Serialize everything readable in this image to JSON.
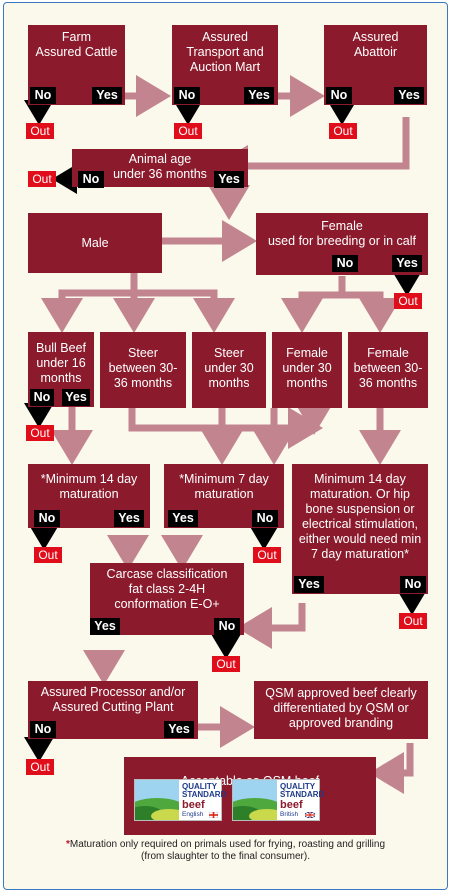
{
  "labels": {
    "yes": "Yes",
    "no": "No",
    "out": "Out"
  },
  "boxes": {
    "farm_cattle": "Farm\nAssured Cattle",
    "transport": "Assured\nTransport and\nAuction Mart",
    "abattoir": "Assured\nAbattoir",
    "animal_age": "Animal age\nunder 36 months",
    "male": "Male",
    "female_breeding": "Female\nused for breeding or in calf",
    "bull_beef": "Bull Beef\nunder 16\nmonths",
    "steer_30_36": "Steer\nbetween 30-\n36 months",
    "steer_under_30": "Steer\nunder 30\nmonths",
    "female_under_30": "Female\nunder 30\nmonths",
    "female_30_36": "Female\nbetween 30-\n36 months",
    "min14": "*Minimum 14 day\nmaturation",
    "min7": "*Minimum 7 day\nmaturation",
    "min14_alt": "Minimum 14 day\nmaturation. Or hip\nbone suspension or\nelectrical stimulation,\neither would need min\n7 day maturation*",
    "carcase": "Carcase classification\nfat class 2-4H\nconformation E-O+",
    "processor": "Assured Processor and/or\nAssured Cutting Plant",
    "qsm_approved": "QSM approved beef clearly\ndifferentiated by QSM or\napproved branding",
    "acceptable": "Acceptable as QSM beef"
  },
  "badges": [
    {
      "line1": "QUALITY",
      "line2": "STANDARD",
      "beef": "beef",
      "sub": "English"
    },
    {
      "line1": "QUALITY",
      "line2": "STANDARD",
      "beef": "beef",
      "sub": "British"
    }
  ],
  "footnote": {
    "star": "*",
    "text": "Maturation only required on primals used for frying, roasting and grilling\n(from slaughter to the final consumer)."
  },
  "colors": {
    "box": "#8a1a2c",
    "flow": "#c2858f",
    "out": "#e00d1b",
    "yesno": "#000000"
  }
}
